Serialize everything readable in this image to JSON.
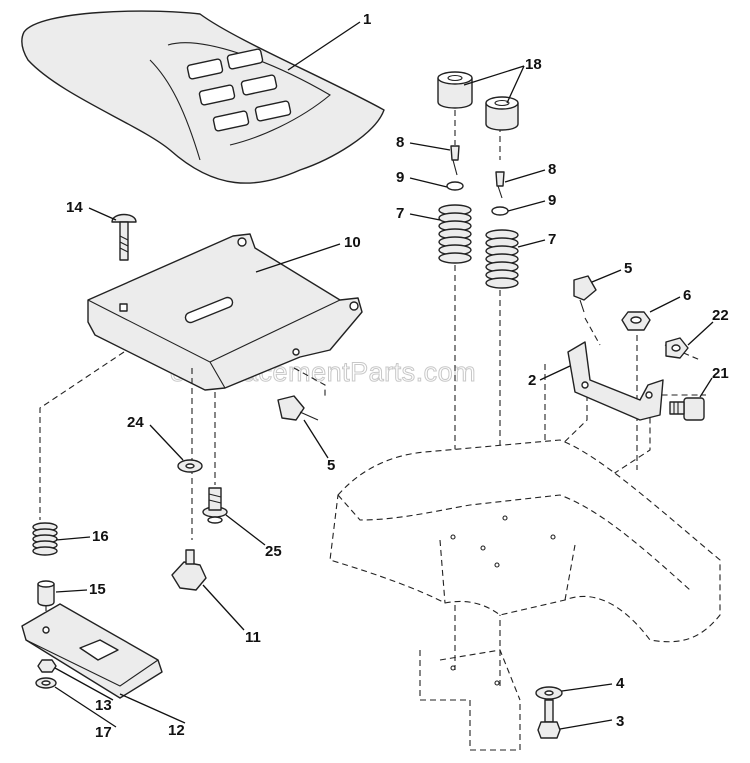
{
  "watermark": "eReplacementParts.com",
  "callouts": [
    {
      "id": "c1",
      "text": "1"
    },
    {
      "id": "c2",
      "text": "2"
    },
    {
      "id": "c3",
      "text": "3"
    },
    {
      "id": "c4",
      "text": "4"
    },
    {
      "id": "c5a",
      "text": "5"
    },
    {
      "id": "c5b",
      "text": "5"
    },
    {
      "id": "c6",
      "text": "6"
    },
    {
      "id": "c7a",
      "text": "7"
    },
    {
      "id": "c7b",
      "text": "7"
    },
    {
      "id": "c8a",
      "text": "8"
    },
    {
      "id": "c8b",
      "text": "8"
    },
    {
      "id": "c9a",
      "text": "9"
    },
    {
      "id": "c9b",
      "text": "9"
    },
    {
      "id": "c10",
      "text": "10"
    },
    {
      "id": "c11",
      "text": "11"
    },
    {
      "id": "c12",
      "text": "12"
    },
    {
      "id": "c13",
      "text": "13"
    },
    {
      "id": "c14",
      "text": "14"
    },
    {
      "id": "c15",
      "text": "15"
    },
    {
      "id": "c16",
      "text": "16"
    },
    {
      "id": "c17",
      "text": "17"
    },
    {
      "id": "c18",
      "text": "18"
    },
    {
      "id": "c21",
      "text": "21"
    },
    {
      "id": "c22",
      "text": "22"
    },
    {
      "id": "c24",
      "text": "24"
    },
    {
      "id": "c25",
      "text": "25"
    }
  ]
}
